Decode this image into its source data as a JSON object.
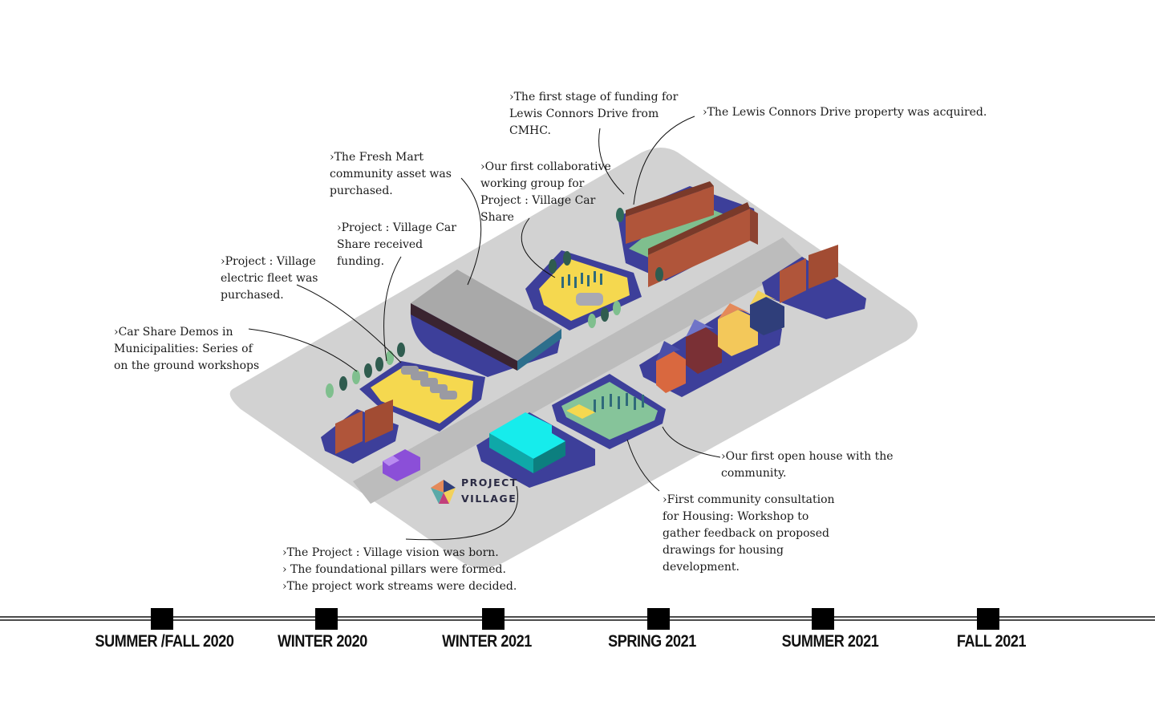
{
  "timeline": {
    "periods": [
      {
        "label": "SUMMER /FALL 2020"
      },
      {
        "label": "WINTER 2020"
      },
      {
        "label": "WINTER 2021"
      },
      {
        "label": "SPRING 2021"
      },
      {
        "label": "SUMMER 2021"
      },
      {
        "label": "FALL 2021"
      }
    ]
  },
  "annotations": {
    "cmhc_funding": "›The first stage of funding for\n Lewis Connors Drive from\nCMHC.",
    "property_acquired": "›The Lewis Connors Drive property was acquired.",
    "fresh_mart": "›The Fresh Mart\ncommunity asset was\npurchased.",
    "working_group": "›Our first collaborative\nworking group for\nProject : Village Car\nShare",
    "car_share_funding": "›Project : Village Car\nShare received\nfunding.",
    "electric_fleet": "›Project : Village\nelectric fleet was\npurchased.",
    "car_share_demos": "›Car Share Demos in\nMunicipalities: Series of\non the ground workshops",
    "open_house": "›Our first open house with the\ncommunity.",
    "housing_consultation": "›First community consultation\nfor Housing: Workshop to\ngather feedback on proposed\ndrawings for housing\ndevelopment.",
    "vision_born": "›The Project : Village vision was born.\n› The foundational pillars were formed.\n›The project work streams were decided."
  },
  "brand": {
    "line1": "PROJECT",
    "line2": "VILLAGE"
  },
  "colors": {
    "ground": "#cfcfcf",
    "road": "#bdbdbd",
    "block": "#3d3f9a",
    "lot_yellow": "#f5d84f",
    "lot_green": "#86c49a",
    "building_cyan": "#16ecec",
    "brick": "#b0553a",
    "roof_gray": "#a5a5a5",
    "van": "#8b4fd8",
    "tree": "#2f5c4f",
    "text": "#1a1a1a"
  }
}
